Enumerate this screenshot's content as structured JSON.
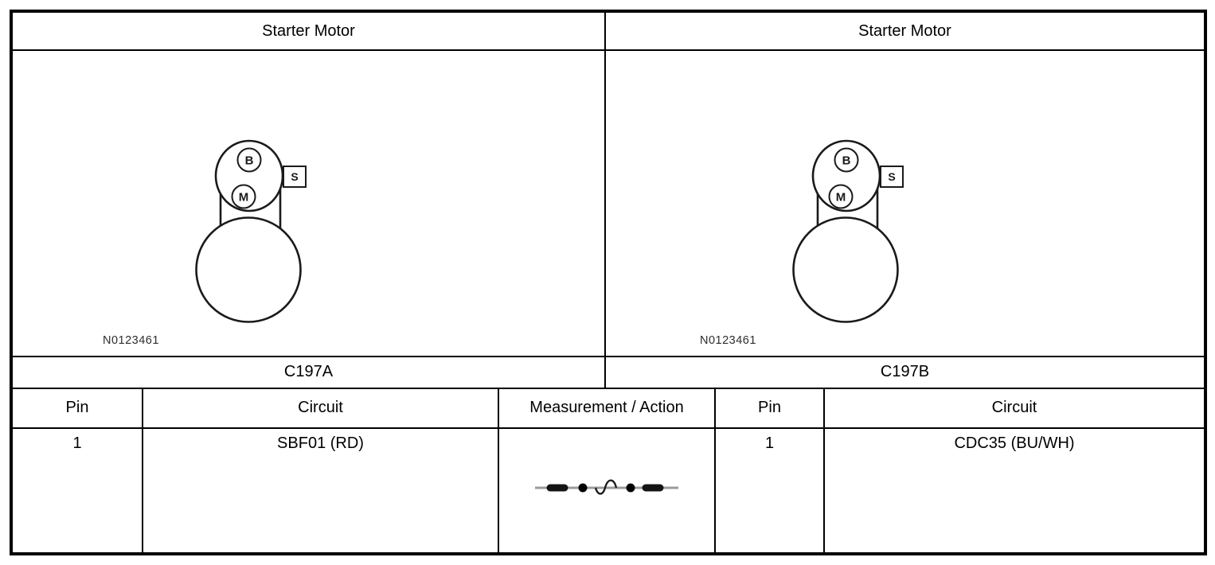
{
  "colors": {
    "line": "#000000",
    "text": "#000000",
    "figure_stroke": "#1a1a1a",
    "meter_lead_gray": "#9b9b9b",
    "meter_probe_dark": "#141414"
  },
  "left_panel": {
    "title": "Starter Motor",
    "connector_label": "C197A",
    "figure_id": "N0123461",
    "figure_icon": "starter-motor-connector-diagram",
    "terminal_b": "B",
    "terminal_m": "M",
    "terminal_s": "S"
  },
  "right_panel": {
    "title": "Starter Motor",
    "connector_label": "C197B",
    "figure_id": "N0123461",
    "figure_icon": "starter-motor-connector-diagram",
    "terminal_b": "B",
    "terminal_m": "M",
    "terminal_s": "S"
  },
  "pin_table": {
    "headers": {
      "pin_left": "Pin",
      "circuit_left": "Circuit",
      "measurement": "Measurement / Action",
      "pin_right": "Pin",
      "circuit_right": "Circuit"
    },
    "row": {
      "pin_left": "1",
      "circuit_left": "SBF01 (RD)",
      "measurement_icon": "continuity-measurement-symbol",
      "pin_right": "1",
      "circuit_right": "CDC35 (BU/WH)"
    }
  }
}
